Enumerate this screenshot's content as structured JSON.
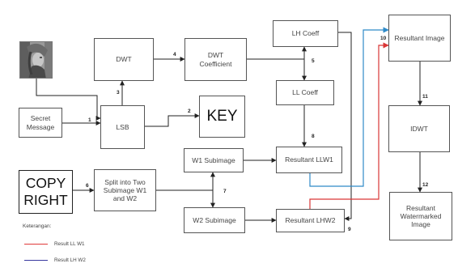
{
  "diagram": {
    "nodes": {
      "secret_message": "Secret\nMessage",
      "lsb": "LSB",
      "dwt": "DWT",
      "dwt_coefficient": "DWT\nCoefficient",
      "key": "KEY",
      "lh_coeff": "LH Coeff",
      "ll_coeff": "LL Coeff",
      "copyright": "COPY\nRIGHT",
      "split": "Split into Two\nSubimage W1\nand W2",
      "w1_subimage": "W1 Subimage",
      "w2_subimage": "W2 Subimage",
      "resultant_llw1": "Resultant LLW1",
      "resultant_lhw2": "Resultant LHW2",
      "resultant_image": "Resultant Image",
      "idwt": "IDWT",
      "resultant_watermarked": "Resultant\nWatermarked\nImage"
    },
    "steps": [
      "1",
      "2",
      "3",
      "4",
      "5",
      "6",
      "7",
      "8",
      "9",
      "10",
      "11",
      "12"
    ],
    "legend": {
      "title": "Keterangan:",
      "items": [
        {
          "label": "Result LL W1",
          "color": "#e03a3a"
        },
        {
          "label": "Result LH W2",
          "color": "#3a3aa0"
        }
      ]
    },
    "colors": {
      "red_path": "#d93636",
      "blue_path": "#2f8ac8",
      "line": "#222222"
    }
  }
}
